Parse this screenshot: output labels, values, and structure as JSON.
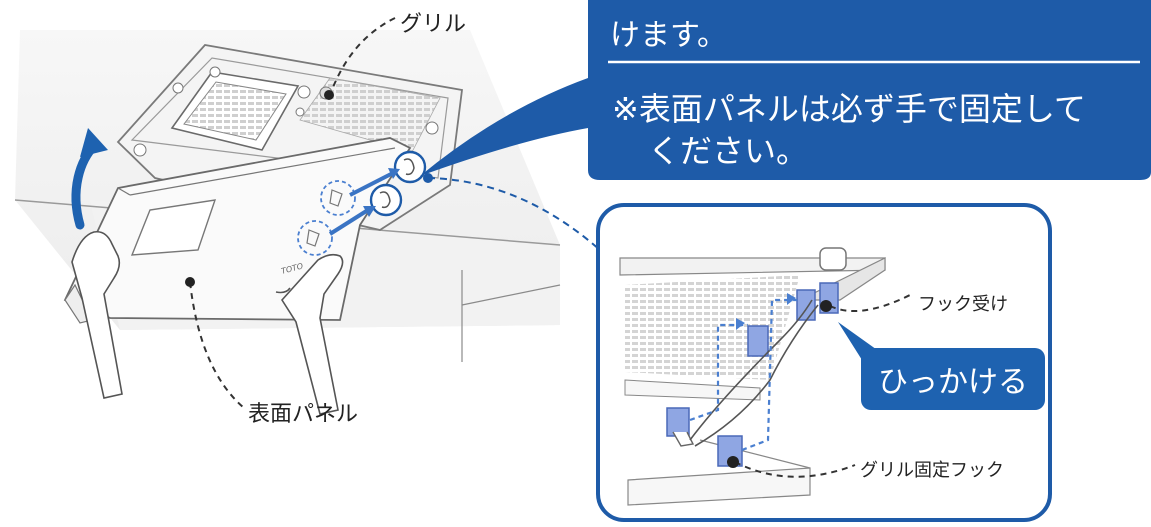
{
  "callout": {
    "line1": "けます。",
    "note_line1": "※表面パネルは必ず手で固定して",
    "note_line2": "ください。"
  },
  "labels": {
    "grille": "グリル",
    "surface_panel": "表面パネル",
    "hook_receiver": "フック受け",
    "grille_fixing_hook": "グリル固定フック",
    "hook_action": "ひっかける"
  },
  "panel_logo": "TOTO",
  "colors": {
    "primary_blue": "#1e5ba8",
    "accent_blue": "#3a74c4",
    "hook_blue": "#6b8fd6",
    "line_gray": "#555555"
  }
}
